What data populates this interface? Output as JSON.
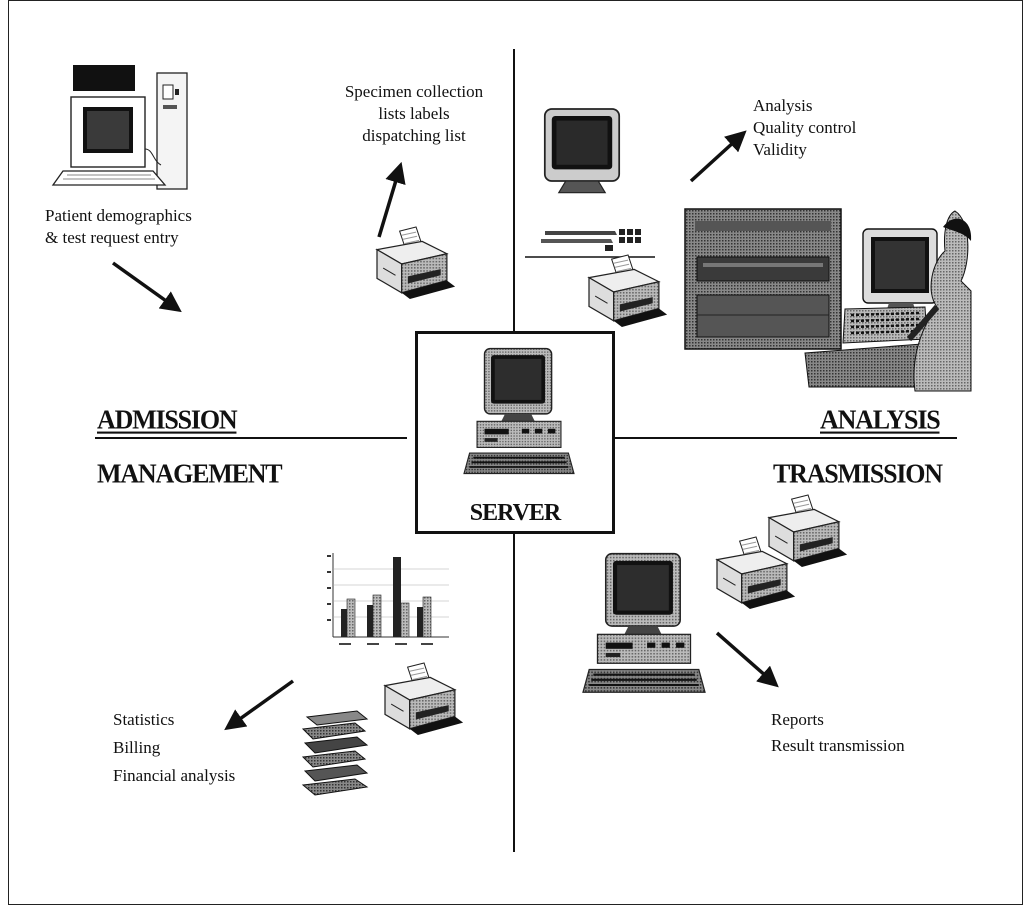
{
  "quadrants": {
    "admission": "ADMISSION",
    "analysis": "ANALYSIS",
    "management": "MANAGEMENT",
    "transmission": "TRASMISSION"
  },
  "server": {
    "label": "SERVER"
  },
  "admission_text": [
    "Patient demographics",
    "& test request entry"
  ],
  "specimen_text": [
    "Specimen collection",
    "lists labels",
    "dispatching list"
  ],
  "analysis_text": [
    "Analysis",
    "Quality control",
    "Validity"
  ],
  "management_text": [
    "Statistics",
    "Billing",
    "Financial analysis"
  ],
  "transmission_text": [
    "Reports",
    "Result transmission"
  ],
  "icons": [
    "workstation-icon",
    "printer-icon",
    "monitor-icon",
    "keyboard-icon",
    "analyzer-icon",
    "operator-icon",
    "server-computer-icon",
    "bar-chart-icon",
    "document-stack-icon",
    "arrow-icon"
  ]
}
